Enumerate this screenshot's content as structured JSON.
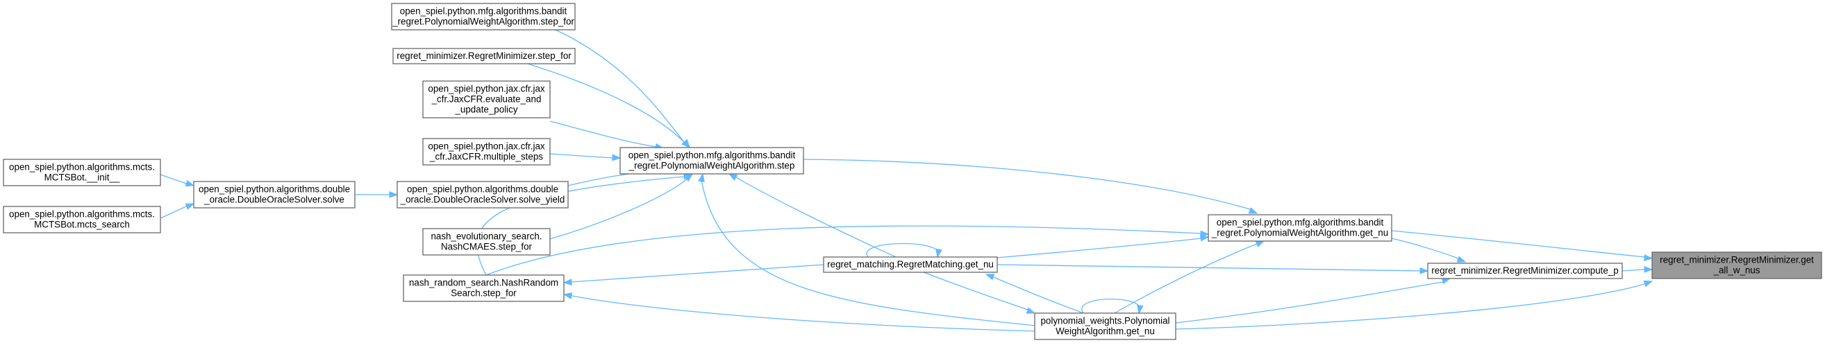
{
  "graph": {
    "colors": {
      "edge": "#63b8ff",
      "node_border": "#666666",
      "node_fill": "#ffffff",
      "root_fill": "#999999"
    },
    "nodes": [
      {
        "id": "root",
        "lines": [
          "regret_minimizer.RegretMinimizer.get",
          "_all_w_nus"
        ]
      },
      {
        "id": "compute_p",
        "lines": [
          "regret_minimizer.RegretMinimizer.compute_p"
        ]
      },
      {
        "id": "mfg_get_nu",
        "lines": [
          "open_spiel.python.mfg.algorithms.bandit",
          "_regret.PolynomialWeightAlgorithm.get_nu"
        ]
      },
      {
        "id": "rm_get_nu",
        "lines": [
          "regret_matching.RegretMatching.get_nu"
        ]
      },
      {
        "id": "pw_get_nu",
        "lines": [
          "polynomial_weights.Polynomial",
          "WeightAlgorithm.get_nu"
        ]
      },
      {
        "id": "mfg_step",
        "lines": [
          "open_spiel.python.mfg.algorithms.bandit",
          "_regret.PolynomialWeightAlgorithm.step"
        ]
      },
      {
        "id": "nrs_step_for",
        "lines": [
          "nash_random_search.NashRandom",
          "Search.step_for"
        ]
      },
      {
        "id": "mfg_step_for",
        "lines": [
          "open_spiel.python.mfg.algorithms.bandit",
          "_regret.PolynomialWeightAlgorithm.step_for"
        ]
      },
      {
        "id": "rmin_step_for",
        "lines": [
          "regret_minimizer.RegretMinimizer.step_for"
        ]
      },
      {
        "id": "jaxcfr_eval",
        "lines": [
          "open_spiel.python.jax.cfr.jax",
          "_cfr.JaxCFR.evaluate_and",
          "_update_policy"
        ]
      },
      {
        "id": "jaxcfr_multi",
        "lines": [
          "open_spiel.python.jax.cfr.jax",
          "_cfr.JaxCFR.multiple_steps"
        ]
      },
      {
        "id": "dos_solve_yield",
        "lines": [
          "open_spiel.python.algorithms.double",
          "_oracle.DoubleOracleSolver.solve_yield"
        ]
      },
      {
        "id": "nes_step_for",
        "lines": [
          "nash_evolutionary_search.",
          "NashCMAES.step_for"
        ]
      },
      {
        "id": "dos_solve",
        "lines": [
          "open_spiel.python.algorithms.double",
          "_oracle.DoubleOracleSolver.solve"
        ]
      },
      {
        "id": "mcts_init",
        "lines": [
          "open_spiel.python.algorithms.mcts.",
          "MCTSBot.__init__"
        ]
      },
      {
        "id": "mcts_search",
        "lines": [
          "open_spiel.python.algorithms.mcts.",
          "MCTSBot.mcts_search"
        ]
      }
    ]
  }
}
